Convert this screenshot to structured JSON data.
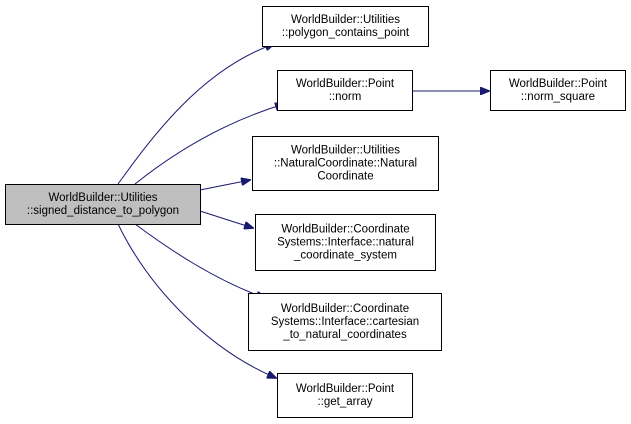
{
  "graph": {
    "root": {
      "lines": [
        "WorldBuilder::Utilities",
        "::signed_distance_to_polygon"
      ],
      "fill": "#bfbfbf"
    },
    "nodes": [
      {
        "id": "polygon_contains_point",
        "lines": [
          "WorldBuilder::Utilities",
          "::polygon_contains_point"
        ]
      },
      {
        "id": "point_norm",
        "lines": [
          "WorldBuilder::Point",
          "::norm"
        ]
      },
      {
        "id": "point_norm_square",
        "lines": [
          "WorldBuilder::Point",
          "::norm_square"
        ]
      },
      {
        "id": "natural_coordinate",
        "lines": [
          "WorldBuilder::Utilities",
          "::NaturalCoordinate::Natural",
          "Coordinate"
        ]
      },
      {
        "id": "natural_coordinate_system",
        "lines": [
          "WorldBuilder::Coordinate",
          "Systems::Interface::natural",
          "_coordinate_system"
        ]
      },
      {
        "id": "cartesian_to_natural_coordinates",
        "lines": [
          "WorldBuilder::Coordinate",
          "Systems::Interface::cartesian",
          "_to_natural_coordinates"
        ]
      },
      {
        "id": "point_get_array",
        "lines": [
          "WorldBuilder::Point",
          "::get_array"
        ]
      }
    ],
    "edges": [
      {
        "from": "root",
        "to": "polygon_contains_point"
      },
      {
        "from": "root",
        "to": "point_norm"
      },
      {
        "from": "point_norm",
        "to": "point_norm_square"
      },
      {
        "from": "root",
        "to": "natural_coordinate"
      },
      {
        "from": "root",
        "to": "natural_coordinate_system"
      },
      {
        "from": "root",
        "to": "cartesian_to_natural_coordinates"
      },
      {
        "from": "root",
        "to": "point_get_array"
      }
    ],
    "edge_color": "#191970",
    "node_border": "#000000",
    "node_fill": "#ffffff"
  }
}
